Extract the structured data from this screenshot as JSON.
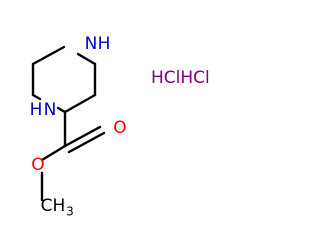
{
  "atoms": {
    "n_top": "N",
    "h_top": "H",
    "n_left": "N",
    "h_left": "H",
    "o_carbonyl": "O",
    "o_ester": "O",
    "methyl": "CH",
    "methyl_sub": "3"
  },
  "salt": {
    "label": "HClHCl"
  },
  "colors": {
    "nitrogen": "#0000cc",
    "oxygen": "#ff0000",
    "salt": "#800080",
    "bond": "#000000"
  }
}
